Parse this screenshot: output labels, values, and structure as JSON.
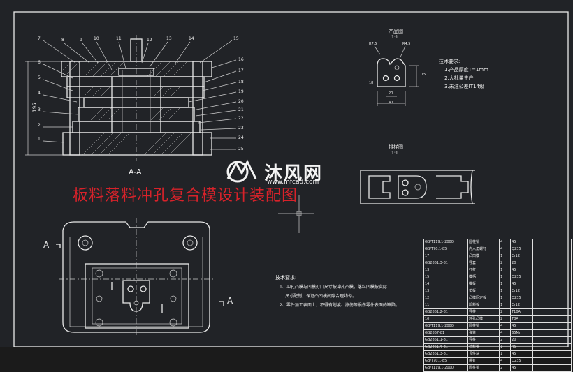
{
  "drawing": {
    "title": "板料落料冲孔复合模设计装配图",
    "section_label": "A-A",
    "section_markers": [
      "A",
      "A"
    ],
    "product_view": {
      "title": "产品图",
      "scale": "1:1",
      "dims": [
        "R7.5",
        "R4.5",
        "15",
        "18",
        "20",
        "40"
      ]
    },
    "strip_view": {
      "title": "排样图",
      "scale": "1:1"
    },
    "tech_requirements_top": {
      "heading": "技术要求:",
      "lines": [
        "1.产品厚度T=1mm",
        "2.大批量生产",
        "3.未注公差IT14级"
      ]
    },
    "tech_requirements_bottom": {
      "heading": "技术要求:",
      "lines": [
        "1、冲孔凸模与凹模刃口尺寸按冲孔凸模，落料凹模按实际",
        "尺寸配制，保证凸凹模间隙合理均匀。",
        "2、零件加工表面上，不得有划痕、擦伤等损伤零件表面的缺陷。"
      ]
    },
    "part_numbers_left": [
      "7",
      "6",
      "5",
      "4",
      "3",
      "2",
      "1"
    ],
    "part_numbers_top": [
      "8",
      "9",
      "10",
      "11",
      "12",
      "13",
      "14",
      "15"
    ],
    "part_numbers_right": [
      "16",
      "17",
      "18",
      "19",
      "20",
      "21",
      "22",
      "23",
      "24",
      "25"
    ],
    "overall_dim": "195"
  },
  "watermark": {
    "name": "沐风网",
    "url": "www.mfcad.com"
  },
  "bom_rows": [
    [
      "GB/T119.1-2000",
      "圆柱销",
      "4",
      "45",
      ""
    ],
    [
      "GB/T70.1-85",
      "内六角螺钉",
      "4",
      "Q235",
      ""
    ],
    [
      "17",
      "凸凹模",
      "1",
      "Cr12",
      ""
    ],
    [
      "GB2861.3-81",
      "导套",
      "2",
      "20",
      ""
    ],
    [
      "13",
      "打杆",
      "1",
      "45",
      ""
    ],
    [
      "15",
      "模柄",
      "1",
      "Q235",
      ""
    ],
    [
      "14",
      "推板",
      "1",
      "45",
      ""
    ],
    [
      "13",
      "垫板",
      "1",
      "Cr12",
      ""
    ],
    [
      "12",
      "凸模固定板",
      "1",
      "Q235",
      ""
    ],
    [
      "11",
      "卸料板",
      "1",
      "Cr12",
      ""
    ],
    [
      "GB2861.2-81",
      "导柱",
      "2",
      "T10A",
      ""
    ],
    [
      "10",
      "冲孔凸模",
      "2",
      "T8A",
      ""
    ],
    [
      "GB/T119.1-2000",
      "圆柱销",
      "4",
      "45",
      ""
    ],
    [
      "GB2867-81",
      "弹簧",
      "4",
      "65Mn",
      ""
    ],
    [
      "GB2861.1-81",
      "导柱",
      "2",
      "20",
      ""
    ],
    [
      "GB2861.4-81",
      "挡料销",
      "1",
      "45",
      ""
    ],
    [
      "GB2861.3-81",
      "顶件块",
      "1",
      "45",
      ""
    ],
    [
      "GB/T70.1-85",
      "螺钉",
      "4",
      "Q235",
      ""
    ],
    [
      "GB/T119.1-2000",
      "圆柱销",
      "2",
      "45",
      ""
    ]
  ]
}
